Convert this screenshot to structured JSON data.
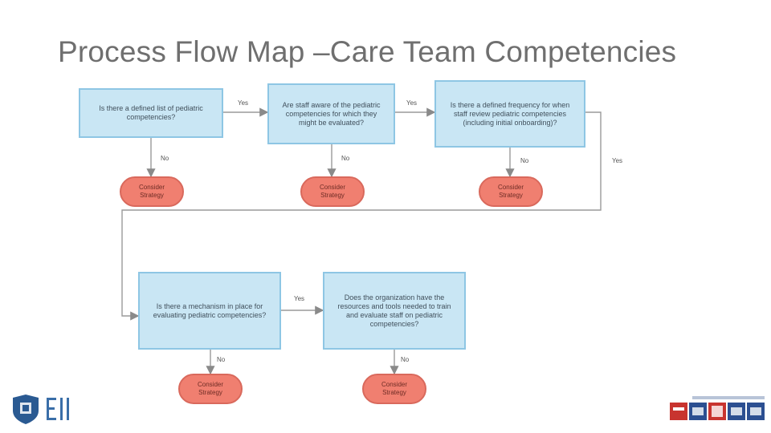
{
  "title": "Process Flow Map –Care Team Competencies",
  "nodes": {
    "q1": "Is there a defined list of pediatric competencies?",
    "q2": "Are staff aware of the pediatric competencies for which they might be evaluated?",
    "q3": "Is there a defined frequency for when staff review pediatric competencies (including initial onboarding)?",
    "q4": "Is there a mechanism in place for evaluating pediatric competencies?",
    "q5": "Does the organization have the resources and tools needed to train and evaluate staff on pediatric competencies?"
  },
  "terminators": {
    "t1": "Consider Strategy",
    "t2": "Consider Strategy",
    "t3": "Consider Strategy",
    "t4": "Consider Strategy",
    "t5": "Consider Strategy"
  },
  "edge_labels": {
    "q1_q2": "Yes",
    "q2_q3": "Yes",
    "q3_loop": "Yes",
    "q4_q5": "Yes",
    "q1_t1": "No",
    "q2_t2": "No",
    "q3_t3": "No",
    "q4_t4": "No",
    "q5_t5": "No"
  },
  "icons": {
    "left_logo": "shield-logo-icon",
    "right_logo": "flag-logo-icon"
  },
  "colors": {
    "box_fill": "#c9e6f4",
    "terminator_fill": "#f07f70",
    "title": "#6f6f6f"
  }
}
